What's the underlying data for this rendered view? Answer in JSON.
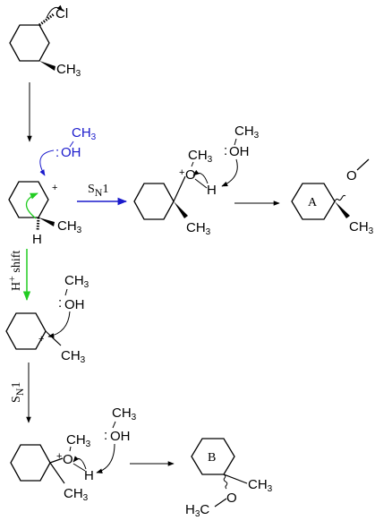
{
  "labels": {
    "cl": "Cl",
    "ch3": "CH",
    "sub3": "3",
    "oh": "OH",
    "dots": ":",
    "o": "O",
    "h": "H",
    "plus": "+",
    "h3c": "H",
    "h3c_c": "C",
    "product_a": "A",
    "product_b": "B",
    "sn1_s": "S",
    "sn1_n": "N",
    "sn1_1": "1",
    "shift_h": "H",
    "shift_plus": "+",
    "shift_word": "shift"
  },
  "colors": {
    "black": "#000000",
    "blue": "#1a1acc",
    "green": "#22cc22"
  }
}
